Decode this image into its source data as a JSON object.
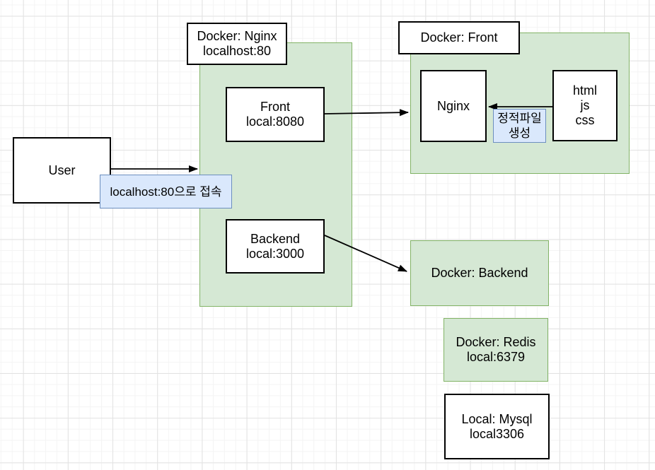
{
  "diagram": {
    "nodes": {
      "nginx_container_label": {
        "label": "Docker: Nginx\nlocalhost:80"
      },
      "user": {
        "label": "User"
      },
      "front": {
        "label": "Front\nlocal:8080"
      },
      "backend": {
        "label": "Backend\nlocal:3000"
      },
      "front_container_label": {
        "label": "Docker: Front"
      },
      "nginx": {
        "label": "Nginx"
      },
      "static_assets": {
        "label": "html\njs\ncss"
      },
      "docker_backend": {
        "label": "Docker: Backend"
      },
      "docker_redis": {
        "label": "Docker: Redis\nlocal:6379"
      },
      "local_mysql": {
        "label": "Local: Mysql\nlocal3306"
      }
    },
    "edge_labels": {
      "user_to_nginx_container": "localhost:80으로 접속",
      "assets_to_nginx": "정적파일\n생성"
    },
    "colors": {
      "green-fill": "#d5e8d4",
      "green-stroke": "#82b366",
      "blue-fill": "#dae8fc",
      "blue-stroke": "#6c8ebf",
      "ink": "#000000"
    }
  }
}
